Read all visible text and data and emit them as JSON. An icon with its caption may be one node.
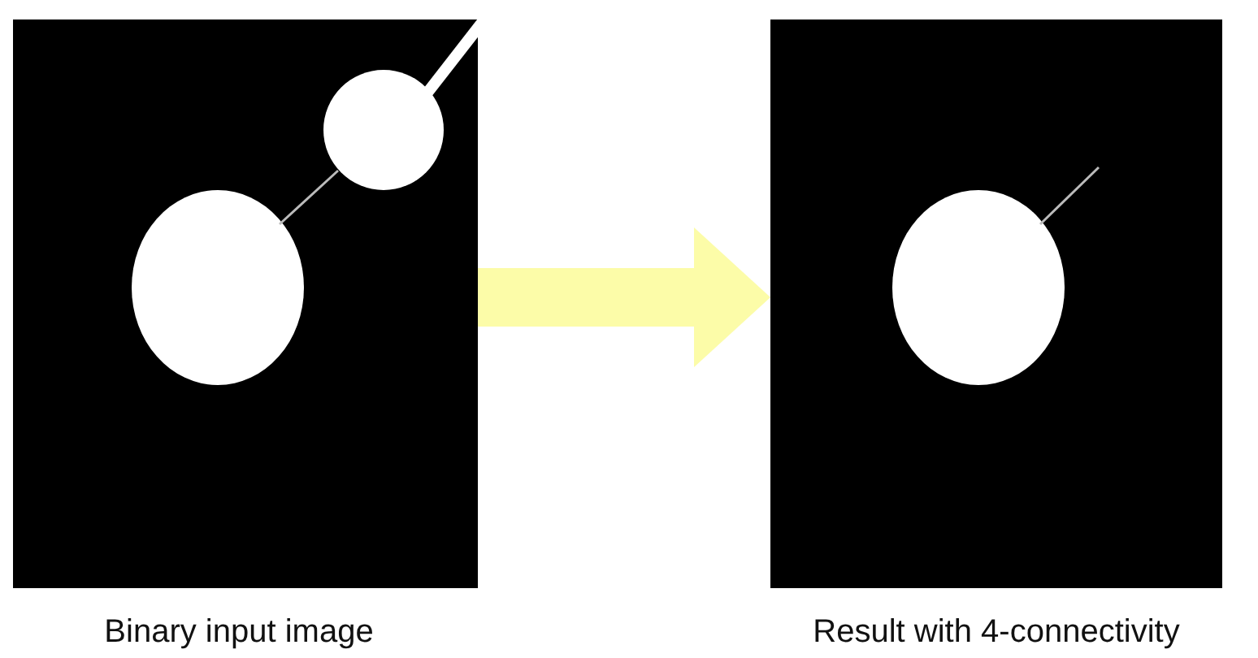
{
  "diagram": {
    "nodes": [
      {
        "text": [],
        "shape": "picture",
        "beside": [
          "Binary input image"
        ]
      },
      {
        "text": [],
        "shape": "picture",
        "beside": [
          "Result with 4-connectivity"
        ]
      }
    ],
    "edges": [
      {
        "from": 0,
        "to": 1,
        "arrow": "to",
        "color": "#fcfca8"
      }
    ]
  }
}
